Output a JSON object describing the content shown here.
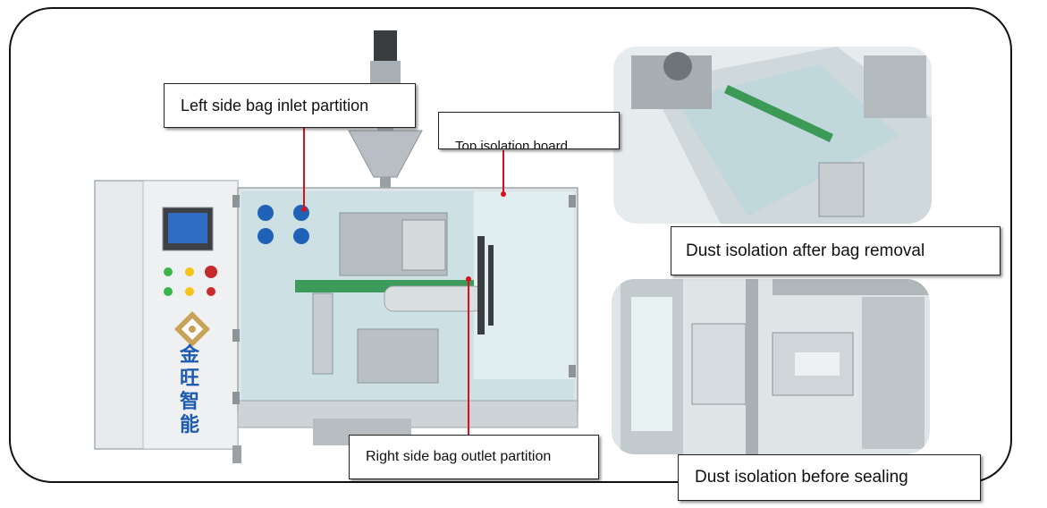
{
  "callouts": {
    "left_inlet": "Left side bag inlet partition",
    "top_board": "Top isolation board",
    "right_outlet": "Right side bag outlet partition",
    "after_removal": "Dust isolation after bag removal",
    "before_sealing": "Dust isolation before sealing"
  },
  "machine": {
    "brand_chinese": [
      "金",
      "旺",
      "智",
      "能"
    ]
  },
  "colors": {
    "leader_line": "#d8121a",
    "brand_blue": "#1d5bb0",
    "frame_border": "#111111"
  }
}
